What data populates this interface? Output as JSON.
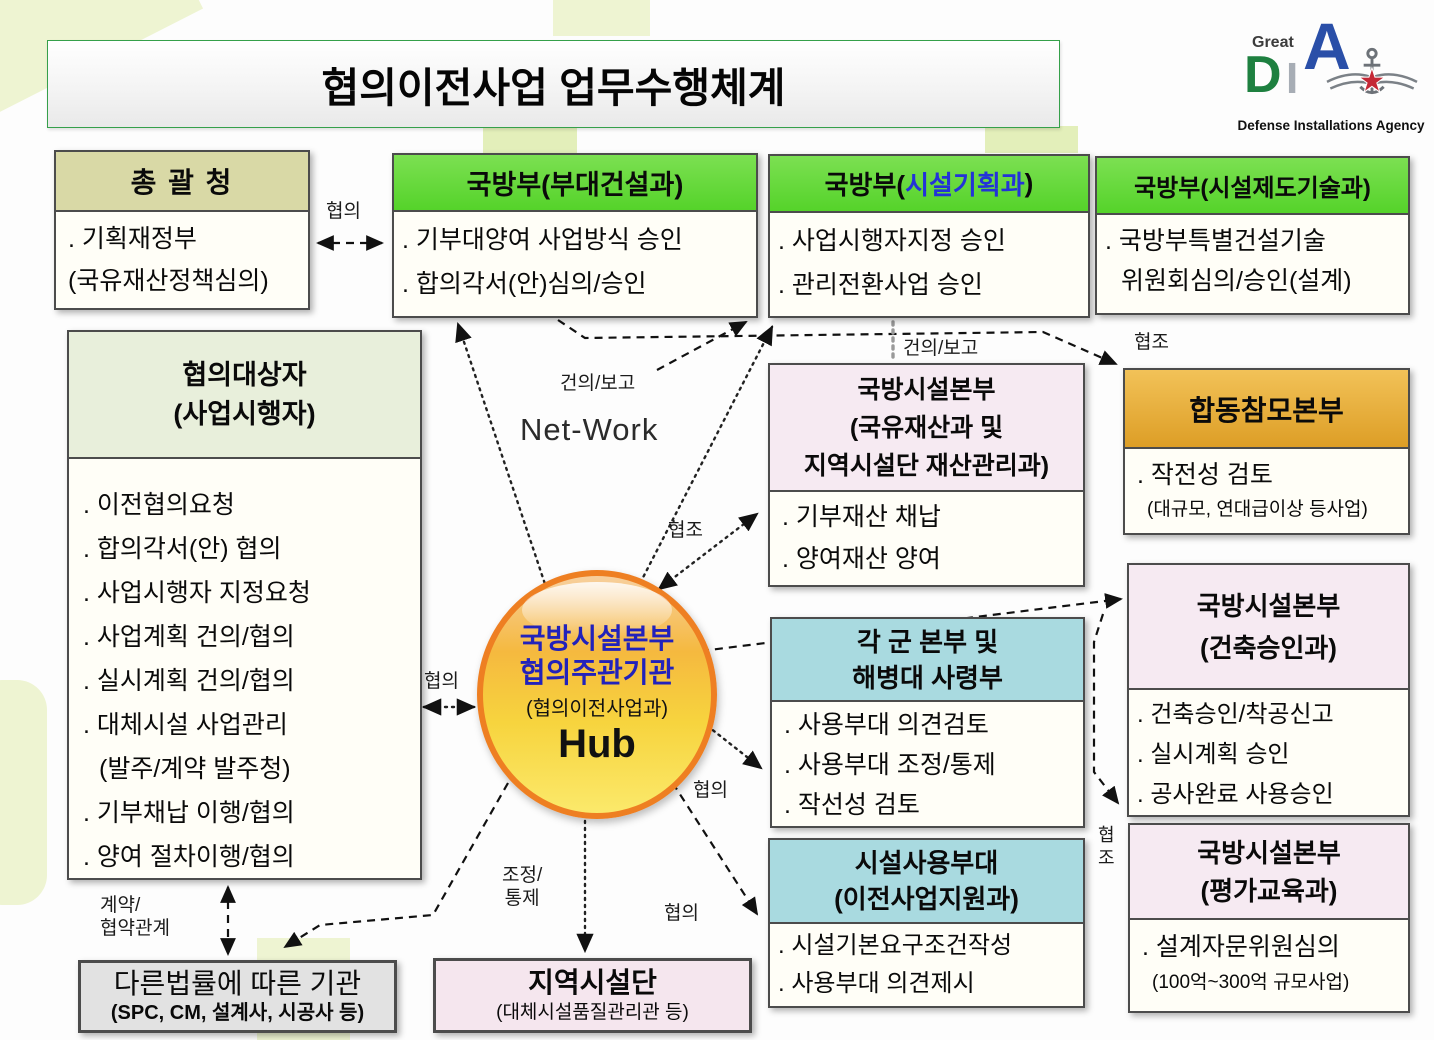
{
  "title": "협의이전사업 업무수행체계",
  "logo": {
    "great": "Great",
    "letter_d": "D",
    "letter_i": "I",
    "letter_a": "A",
    "caption": "Defense Installations Agency"
  },
  "network_label": "Net-Work",
  "hub": {
    "line1": "국방시설본부",
    "line2": "협의주관기관",
    "line3": "(협의이전사업과)",
    "line4": "Hub"
  },
  "boxes": {
    "chonggwalcheong": {
      "header": "총 괄 청",
      "lines": [
        ". 기획재정부",
        "(국유재산정책심의)"
      ]
    },
    "budaegeonseol": {
      "header": "국방부(부대건설과)",
      "lines": [
        ". 기부대양여 사업방식 승인",
        ". 합의각서(안)심의/승인"
      ]
    },
    "siseolgihoek": {
      "header_prefix": "국방부(",
      "header_dept": "시설기획과",
      "header_suffix": ")",
      "lines": [
        ". 사업시행자지정 승인",
        ". 관리전환사업 승인"
      ]
    },
    "siseoljedogisul": {
      "header": "국방부(시설제도기술과)",
      "lines": [
        ". 국방부특별건설기술",
        "위원회심의/승인(설계)"
      ]
    },
    "hyeobuidaesangja": {
      "header1": "협의대상자",
      "header2": "(사업시행자)",
      "items": [
        ". 이전협의요청",
        ". 합의각서(안) 협의",
        ". 사업시행자 지정요청",
        ". 사업계획 건의/협의",
        ". 실시계획 건의/협의",
        ". 대체시설 사업관리",
        "(발주/계약 발주청)",
        ". 기부채납 이행/협의",
        ". 양여 절차이행/협의"
      ]
    },
    "jaesangwalli": {
      "header1": "국방시설본부",
      "header2": "(국유재산과 및",
      "header3": "지역시설단 재산관리과)",
      "items": [
        ". 기부재산 채납",
        ". 양여재산 양여"
      ]
    },
    "hapdongchammo": {
      "header": "합동참모본부",
      "item": ". 작전성 검토",
      "note": "(대규모, 연대급이상 등사업)"
    },
    "gakgunbonbu": {
      "header1": "각 군 본부 및",
      "header2": "해병대 사령부",
      "items": [
        ". 사용부대 의견검토",
        ". 사용부대 조정/통제",
        ". 작선성 검토"
      ]
    },
    "geonchukseungin": {
      "header1": "국방시설본부",
      "header2": "(건축승인과)",
      "items": [
        ". 건축승인/착공신고",
        ". 실시계획 승인",
        ". 공사완료 사용승인"
      ]
    },
    "siseolsayongbudae": {
      "header1": "시설사용부대",
      "header2": "(이전사업지원과)",
      "items": [
        ". 시설기본요구조건작성",
        ". 사용부대 의견제시"
      ]
    },
    "pyeonggagyoyuk": {
      "header1": "국방시설본부",
      "header2": "(평가교육과)",
      "item": ". 설계자문위원심의",
      "note": "(100억~300억 규모사업)"
    },
    "dareunbeomnyul": {
      "line1": "다른법률에 따른 기관",
      "line2": "(SPC, CM, 설계사, 시공사 등)"
    },
    "jiyeoksiseoldan": {
      "line1": "지역시설단",
      "line2": "(대체시설품질관리관 등)"
    }
  },
  "edge_labels": {
    "hyeobui_top": "협의",
    "geonui_bogo_center": "건의/보고",
    "geonui_bogo_right": "건의/보고",
    "hyeopjo_topright": "협조",
    "hyeopjo_center": "협조",
    "hyeobui_hub_left": "협의",
    "hyeobui_gakgun": "협의",
    "hyeopjo_right_vertical": "협조",
    "jojeong1": "조정/",
    "jojeong2": "통제",
    "hyeobui_bottom": "협의",
    "gyeyak1": "계약/",
    "gyeyak2": "협약관계"
  },
  "colors": {
    "green_header": "#63d83c",
    "olive_header": "#d9d9a6",
    "pale_green_header": "#e8efdb",
    "pink_header": "#f6eaf2",
    "teal_header": "#a9dae0",
    "orange_header": "#e9b040",
    "gray_box": "#e2e2e2",
    "hub_ring": "#ee7f22",
    "hub_text_blue": "#2222bb",
    "dept_blue": "#2333d8",
    "logo_green": "#1e8040",
    "logo_blue": "#2a4fa8",
    "star_red": "#c42836",
    "title_border_green": "#35a04a"
  }
}
